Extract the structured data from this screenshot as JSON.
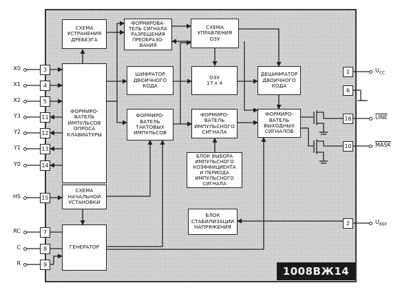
{
  "chip_name": "1008ВЖ14",
  "blocks": {
    "debounce": "СХЕМА\nУСТРАНЕНИЯ\nДРЕБЕЗГА",
    "former_signal": "ФОРМИРОВА-\nТЕЛЬ СИГНАЛА\nРАЗРЕШЕНИЯ\nПРЕОБРАЗО-\nВАНИЯ",
    "ram_control": "СХЕМА\nУПРАВЛЕНИЯ\nОЗУ",
    "keyboard_poll": "ФОРМИРО-\nВАТЕЛЬ\nИМПУЛЬСОВ\nОПРОСА\nКЛАВИАТУРЫ",
    "encoder": "ШИФРАТОР\nДВОИЧНОГО\nКОДА",
    "ram": "ОЗУ\n17 x 4",
    "decoder": "ДЕШИФРАТОР\nДВОИЧНОГО\nКОДА",
    "clock_former": "ФОРМИРО-\nВАТЕЛЬ\nТАКТОВЫХ\nИМПУЛЬСОВ",
    "pulse_former": "ФОРМИРО-\nВАТЕЛЬ\nИМПУЛЬСНОГО\nСИГНАЛА",
    "output_former": "ФОРМИРО-\nВАТЕЛЬ\nВЫХОДНЫХ\nСИГНАЛОВ",
    "coef_select": "БЛОК ВЫБОРА\nИМПУЛЬСНОГО\nКОЭФФИЦИЕНТА\nИ ПЕРИОДА\nИМПУЛЬСНОГО\nСИГНАЛА",
    "init": "СХЕМА\nНАЧАЛЬНОЙ\nУСТАНОВКИ",
    "stabilizer": "БЛОК\nСТАБИЛИЗАЦИИ\nНАПРЯЖЕНИЯ",
    "generator": "ГЕНЕРАТОР"
  },
  "left_pins": [
    {
      "signal": "X0",
      "num": "3"
    },
    {
      "signal": "X1",
      "num": "4"
    },
    {
      "signal": "X2",
      "num": "5"
    },
    {
      "signal": "Y3",
      "num": "11"
    },
    {
      "signal": "Y2",
      "num": "12"
    },
    {
      "signal": "Y1",
      "num": "13"
    },
    {
      "signal": "Y0",
      "num": "14"
    },
    {
      "signal": "HS",
      "num": "15"
    },
    {
      "signal": "RC",
      "num": "7"
    },
    {
      "signal": "C",
      "num": "8"
    },
    {
      "signal": "R",
      "num": "9"
    }
  ],
  "right_pins": [
    {
      "num": "1",
      "signal": "U",
      "sub": "CC"
    },
    {
      "num": "6",
      "signal": "",
      "sub": ""
    },
    {
      "num": "16",
      "signal": "LINE",
      "sub": ""
    },
    {
      "num": "10",
      "signal": "MASK",
      "sub": ""
    },
    {
      "num": "2",
      "signal": "U",
      "sub": "REF"
    }
  ]
}
